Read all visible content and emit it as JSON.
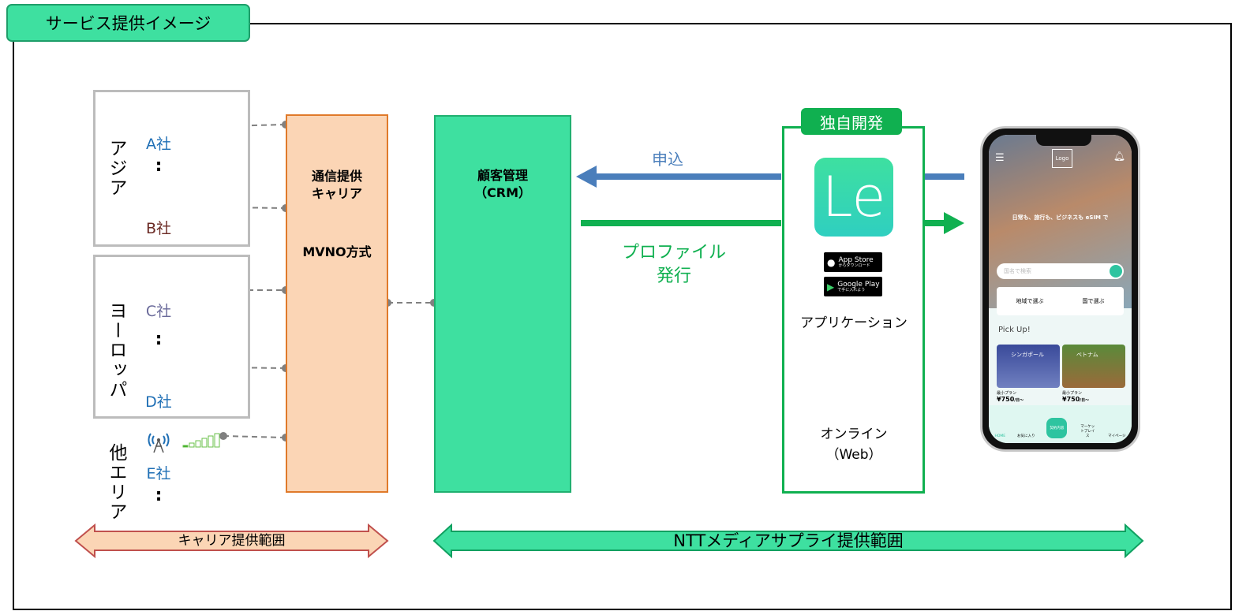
{
  "title": "サービス提供イメージ",
  "regions": [
    {
      "label": "アジア"
    },
    {
      "label": "ヨーロッパ"
    },
    {
      "label": "他エリア"
    }
  ],
  "companies": [
    {
      "label": "A社",
      "color": "#1f6fb5"
    },
    {
      "label": "B社",
      "color": "#6b2a24"
    },
    {
      "label": "C社",
      "color": "#6a6a9a"
    },
    {
      "label": "D社",
      "color": "#1f6fb5"
    },
    {
      "label": "E社",
      "color": "#1f6fb5"
    }
  ],
  "ellipsis": ":",
  "carrier": {
    "line1": "通信提供",
    "line2": "キャリア",
    "method": "MVNO方式"
  },
  "crm": {
    "line1": "顧客管理",
    "line2": "（CRM）"
  },
  "arrows": {
    "apply": "申込",
    "issue_line1": "プロファイル",
    "issue_line2": "発行",
    "apply_color": "#4a7ebb",
    "issue_color": "#10b050"
  },
  "dev": {
    "tab": "独自開発",
    "app_logo": "Le",
    "app_store": "App Store",
    "app_store_sub": "からダウンロード",
    "google_play": "Google Play",
    "google_play_sub": "で手に入れよう",
    "app_label": "アプリケーション",
    "web_line1": "オンライン",
    "web_line2": "（Web）"
  },
  "phone": {
    "logo": "Logo",
    "tagline": "日常も、旅行も、ビジネスも eSIM で",
    "search_placeholder": "国名で検索",
    "by_region": "地域で選ぶ",
    "by_country": "国で選ぶ",
    "pickup": "Pick Up!",
    "cards": [
      {
        "name": "シンガポール",
        "plan": "最小プラン",
        "price": "¥750",
        "unit": "/日～"
      },
      {
        "name": "ベトナム",
        "plan": "最小プラン",
        "price": "¥750",
        "unit": "/日～"
      }
    ],
    "nav": [
      {
        "label": "HOME"
      },
      {
        "label": "お気に入り"
      },
      {
        "label": "契約内容"
      },
      {
        "label": "マーケットプレイス"
      },
      {
        "label": "マイページ"
      }
    ]
  },
  "ranges": {
    "carrier": "キャリア提供範囲",
    "ntt": "NTTメディアサプライ提供範囲"
  }
}
